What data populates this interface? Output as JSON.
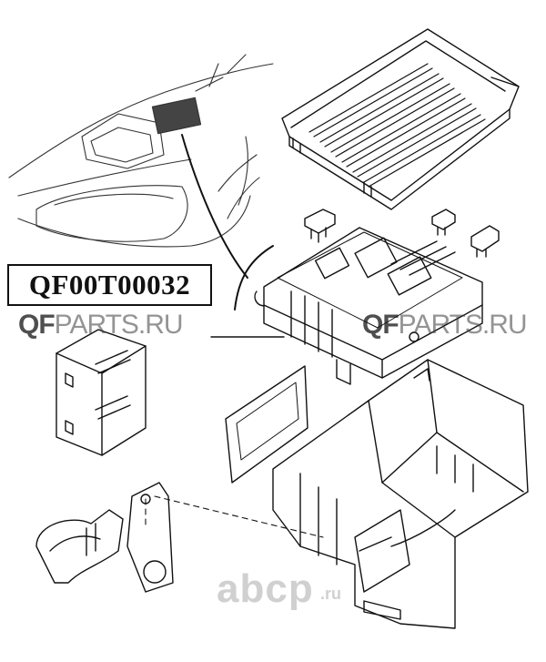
{
  "part_number": "QF00T00032",
  "watermarks": {
    "left": {
      "brand": "QF",
      "rest": "PARTS.RU"
    },
    "right": {
      "brand": "QF",
      "rest": "PARTS.RU"
    }
  },
  "logo": {
    "name": "abcp",
    "domain": ".ru"
  },
  "icons": [
    "car-headlight-area-drawing",
    "fuse-box-cover-drawing",
    "fuse-box-unit-drawing",
    "fuse-drawing",
    "relay-module-drawing",
    "bracket-drawing",
    "housing-drawing",
    "cable-clip-drawing"
  ]
}
